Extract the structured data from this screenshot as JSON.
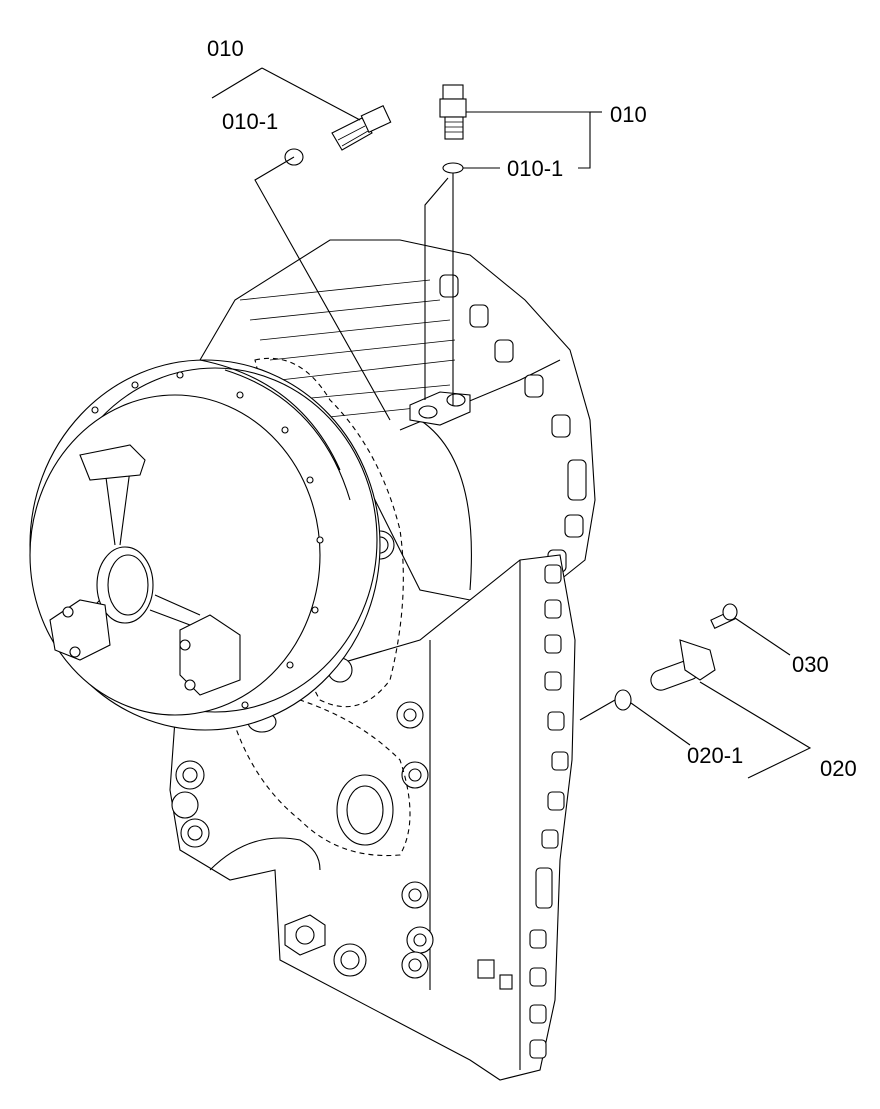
{
  "callouts": {
    "c010_top": "010",
    "c010_1_top": "010-1",
    "c010_right": "010",
    "c010_1_right": "010-1",
    "c030": "030",
    "c020": "020",
    "c020_1": "020-1"
  }
}
